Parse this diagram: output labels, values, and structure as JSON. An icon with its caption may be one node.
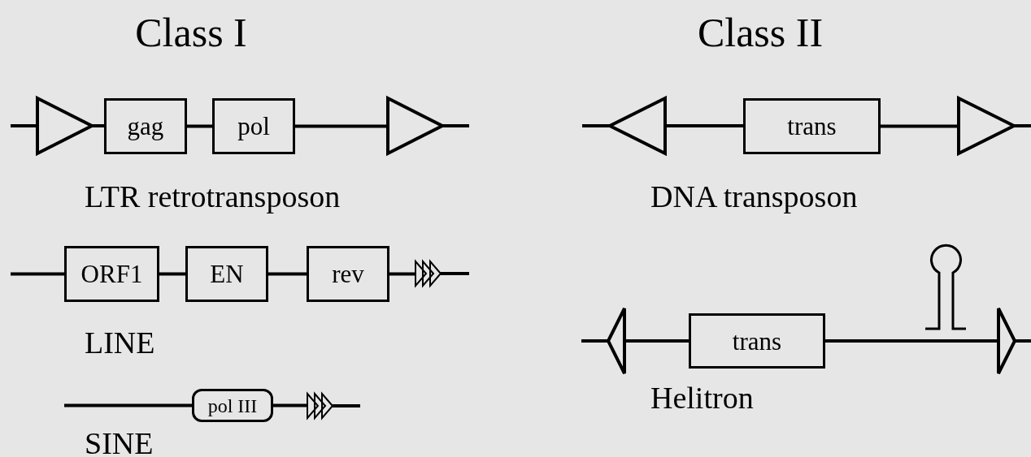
{
  "diagram": {
    "nodes": [
      {
        "text": [],
        "shape": "triangle"
      },
      {
        "text": [
          "gag"
        ]
      },
      {
        "text": [
          "pol"
        ]
      },
      {
        "text": [],
        "shape": "triangle"
      },
      {
        "text": [],
        "shape": "triangle"
      },
      {
        "text": [
          "trans"
        ]
      },
      {
        "text": [],
        "shape": "triangle"
      },
      {
        "text": [
          "ORF1"
        ]
      },
      {
        "text": [
          "EN"
        ]
      },
      {
        "text": [
          "rev"
        ]
      },
      {
        "text": [],
        "shape": "chevron"
      },
      {
        "text": [],
        "shape": "triangle"
      },
      {
        "text": [
          "trans"
        ]
      },
      {
        "text": [],
        "shape": "triangle"
      },
      {
        "text": [
          "pol III"
        ]
      },
      {
        "text": [],
        "shape": "chevron"
      }
    ],
    "edges": [
      {
        "from": null,
        "to": 0,
        "arrow": "none"
      },
      {
        "from": 0,
        "to": 1,
        "arrow": "none"
      },
      {
        "from": 1,
        "to": 2,
        "arrow": "none"
      },
      {
        "from": 2,
        "to": 3,
        "arrow": "none"
      },
      {
        "from": 3,
        "to": null,
        "arrow": "none"
      },
      {
        "from": null,
        "to": 4,
        "arrow": "none"
      },
      {
        "from": 4,
        "to": 5,
        "arrow": "none"
      },
      {
        "from": 5,
        "to": 6,
        "arrow": "none"
      },
      {
        "from": 6,
        "to": null,
        "arrow": "none"
      },
      {
        "from": null,
        "to": 7,
        "arrow": "none"
      },
      {
        "from": 7,
        "to": 8,
        "arrow": "none"
      },
      {
        "from": 8,
        "to": 9,
        "arrow": "none"
      },
      {
        "from": 9,
        "to": 10,
        "arrow": "none"
      },
      {
        "from": 10,
        "to": null,
        "arrow": "none"
      },
      {
        "from": null,
        "to": 11,
        "arrow": "none"
      },
      {
        "from": 11,
        "to": 12,
        "arrow": "none"
      },
      {
        "from": 12,
        "to": 13,
        "arrow": "none"
      },
      {
        "from": 13,
        "to": null,
        "arrow": "none"
      },
      {
        "from": null,
        "to": 14,
        "arrow": "none"
      },
      {
        "from": 14,
        "to": 15,
        "arrow": "none"
      },
      {
        "from": 15,
        "to": null,
        "arrow": "none"
      }
    ],
    "labels": [
      "Class I",
      "Class II",
      "LTR retrotransposon",
      "DNA transposon",
      "LINE",
      "Helitron",
      "SINE"
    ]
  }
}
